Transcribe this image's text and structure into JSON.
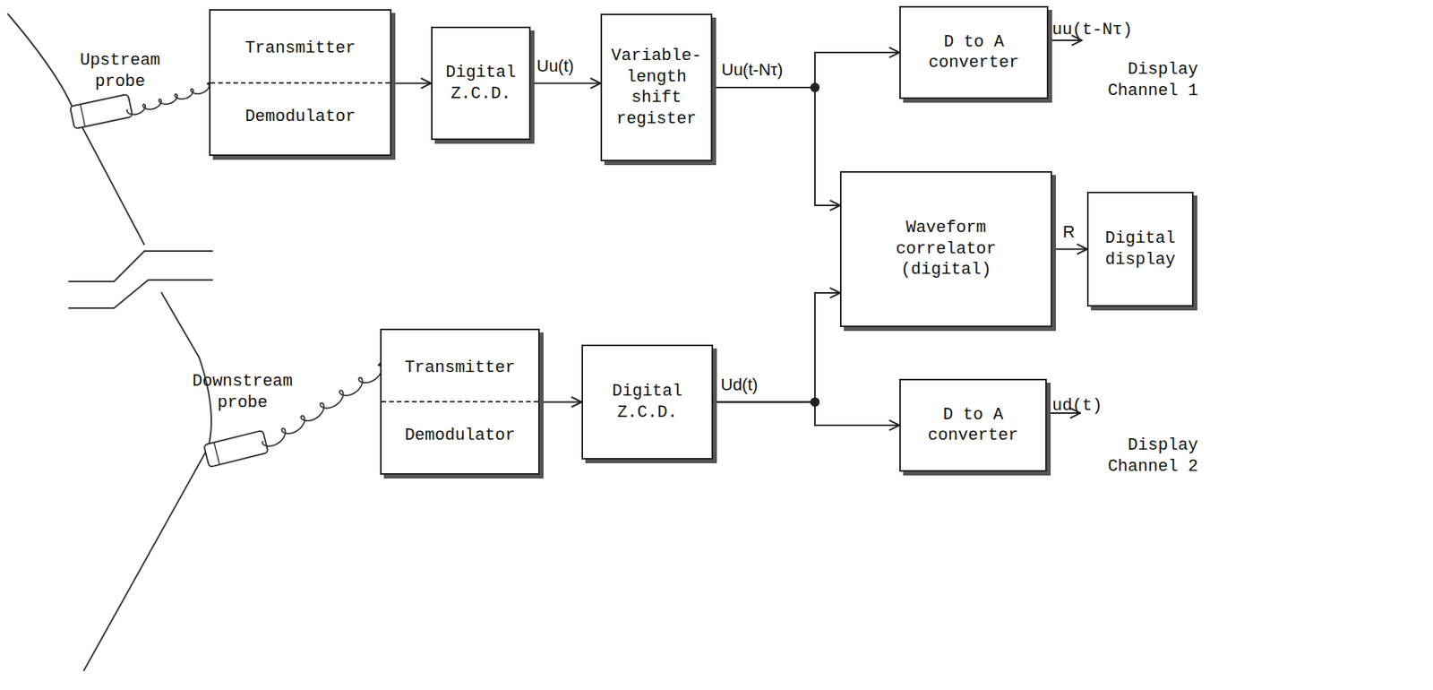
{
  "diagram": {
    "nodes": [
      {
        "text": [
          "Transmitter",
          "Demodulator"
        ]
      },
      {
        "text": [
          "Digital Z.C.D."
        ]
      },
      {
        "text": [
          "Variable- length shift register"
        ]
      },
      {
        "text": [
          "D to A converter"
        ]
      },
      {
        "text": [
          "Waveform correlator (digital)"
        ]
      },
      {
        "text": [
          "Digital display"
        ]
      },
      {
        "text": [
          "Transmitter",
          "Demodulator"
        ]
      },
      {
        "text": [
          "Digital Z.C.D."
        ]
      },
      {
        "text": [
          "D to A converter"
        ]
      }
    ],
    "edges": [
      {
        "from": 0,
        "to": 1,
        "arrow": "to"
      },
      {
        "from": 1,
        "to": 2,
        "label": "Uu(t)",
        "arrow": "to"
      },
      {
        "from": 2,
        "to": 3,
        "label": "Uu(t-Nτ)",
        "arrow": "to"
      },
      {
        "from": 2,
        "to": 4,
        "arrow": "to"
      },
      {
        "from": 4,
        "to": 5,
        "label": "R",
        "arrow": "to"
      },
      {
        "from": 6,
        "to": 7,
        "arrow": "to"
      },
      {
        "from": 7,
        "to": 4,
        "label": "Ud(t)",
        "arrow": "to"
      },
      {
        "from": 7,
        "to": 8,
        "arrow": "to"
      }
    ],
    "labels": [
      "Upstream probe",
      "Downstream probe",
      "uu(t-Nτ)",
      "Display Channel 1",
      "ud(t)",
      "Display Channel 2"
    ]
  }
}
